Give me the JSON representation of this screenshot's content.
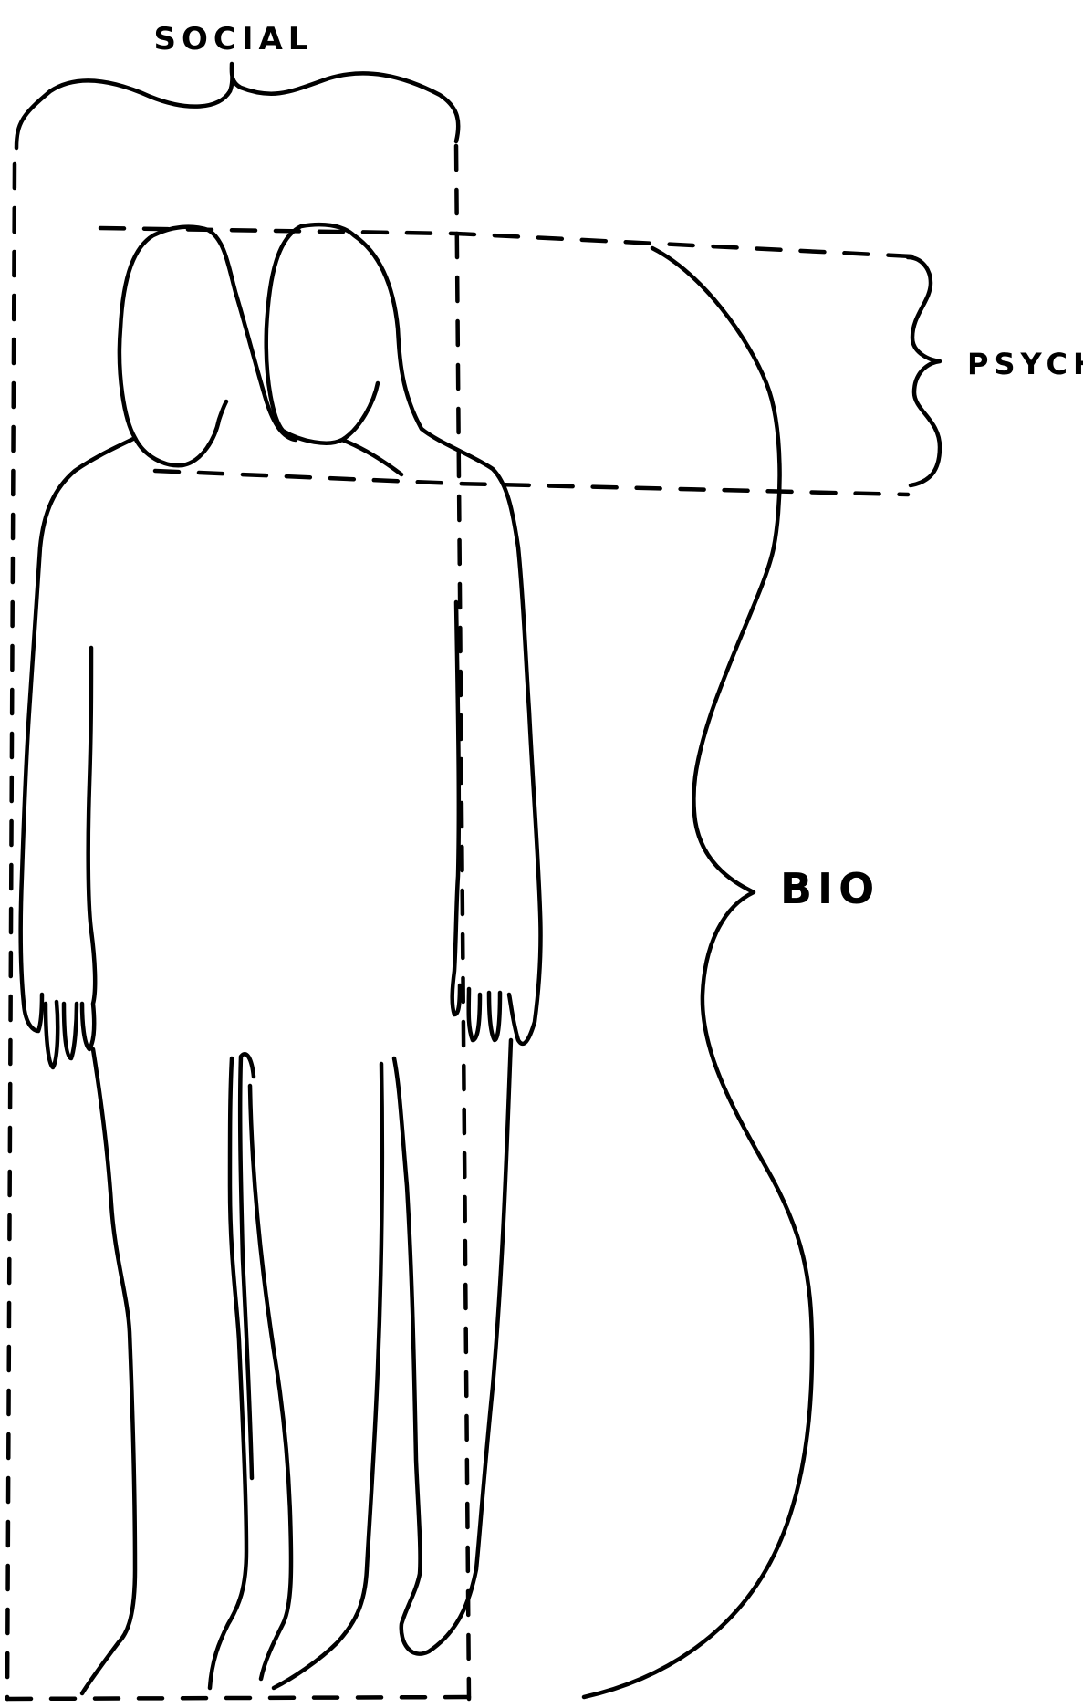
{
  "labels": {
    "social": "SOCIAL",
    "psych": "PSYCH",
    "bio": "BIO"
  },
  "colors": {
    "ink": "#000000",
    "background": "#ffffff"
  }
}
